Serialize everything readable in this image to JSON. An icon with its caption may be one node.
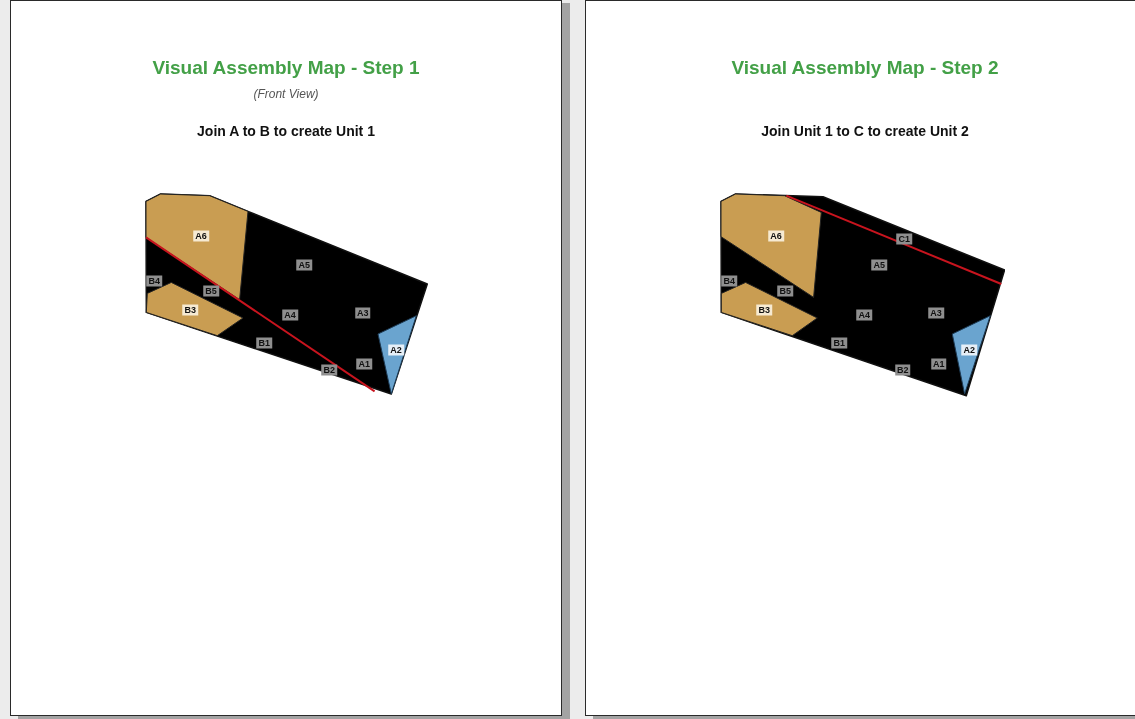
{
  "diagram": {
    "nodes": [
      {
        "text": [
          "Visual Assembly Map - Step 1",
          "(Front View)",
          "Join A to B to create Unit 1"
        ]
      },
      {
        "text": [
          "A6"
        ],
        "in": 0
      },
      {
        "text": [
          "A5"
        ],
        "in": 0
      },
      {
        "text": [
          "B4"
        ],
        "in": 0
      },
      {
        "text": [
          "B5"
        ],
        "in": 0
      },
      {
        "text": [
          "B3"
        ],
        "in": 0
      },
      {
        "text": [
          "A4"
        ],
        "in": 0
      },
      {
        "text": [
          "A3"
        ],
        "in": 0
      },
      {
        "text": [
          "B1"
        ],
        "in": 0
      },
      {
        "text": [
          "A2"
        ],
        "in": 0
      },
      {
        "text": [
          "A1"
        ],
        "in": 0
      },
      {
        "text": [
          "B2"
        ],
        "in": 0
      },
      {
        "text": [
          "Visual Assembly Map - Step 2",
          "Join Unit 1 to C to create Unit 2"
        ]
      },
      {
        "text": [
          "A6"
        ],
        "in": 12
      },
      {
        "text": [
          "C1"
        ],
        "in": 12
      },
      {
        "text": [
          "A5"
        ],
        "in": 12
      },
      {
        "text": [
          "B4"
        ],
        "in": 12
      },
      {
        "text": [
          "B5"
        ],
        "in": 12
      },
      {
        "text": [
          "B3"
        ],
        "in": 12
      },
      {
        "text": [
          "A4"
        ],
        "in": 12
      },
      {
        "text": [
          "A3"
        ],
        "in": 12
      },
      {
        "text": [
          "B1"
        ],
        "in": 12
      },
      {
        "text": [
          "A2"
        ],
        "in": 12
      },
      {
        "text": [
          "A1"
        ],
        "in": 12
      },
      {
        "text": [
          "B2"
        ],
        "in": 12
      }
    ]
  }
}
